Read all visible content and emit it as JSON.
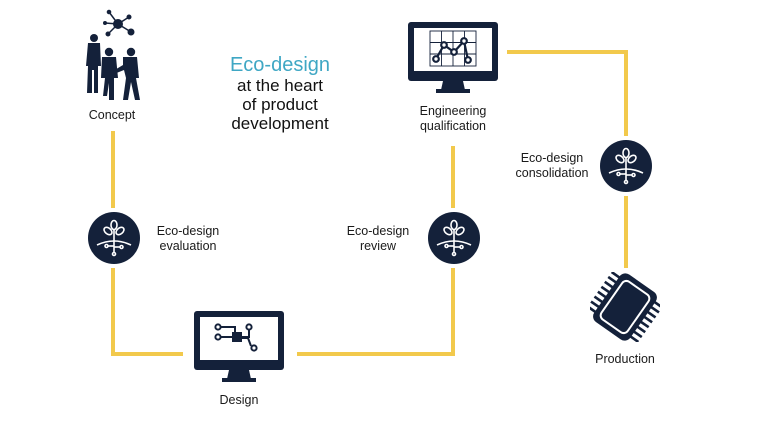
{
  "title": {
    "highlight": "Eco-design",
    "lines": [
      "at the heart",
      "of product",
      "development"
    ]
  },
  "nodes": {
    "concept": {
      "label": "Concept",
      "icon": "people-network-icon"
    },
    "eco_evaluation": {
      "label_line1": "Eco-design",
      "label_line2": "evaluation",
      "icon": "plant-roots-icon"
    },
    "design": {
      "label": "Design",
      "icon": "monitor-circuit-icon"
    },
    "eco_review": {
      "label_line1": "Eco-design",
      "label_line2": "review",
      "icon": "plant-roots-icon"
    },
    "engineering": {
      "label_line1": "Engineering",
      "label_line2": "qualification",
      "icon": "monitor-chart-icon"
    },
    "eco_consolidation": {
      "label_line1": "Eco-design",
      "label_line2": "consolidation",
      "icon": "plant-roots-icon"
    },
    "production": {
      "label": "Production",
      "icon": "microchip-icon"
    }
  },
  "colors": {
    "connector": "#f2c94c",
    "icon_fill": "#14213a",
    "accent_text": "#3fa7c4",
    "text": "#1a1a1a"
  }
}
